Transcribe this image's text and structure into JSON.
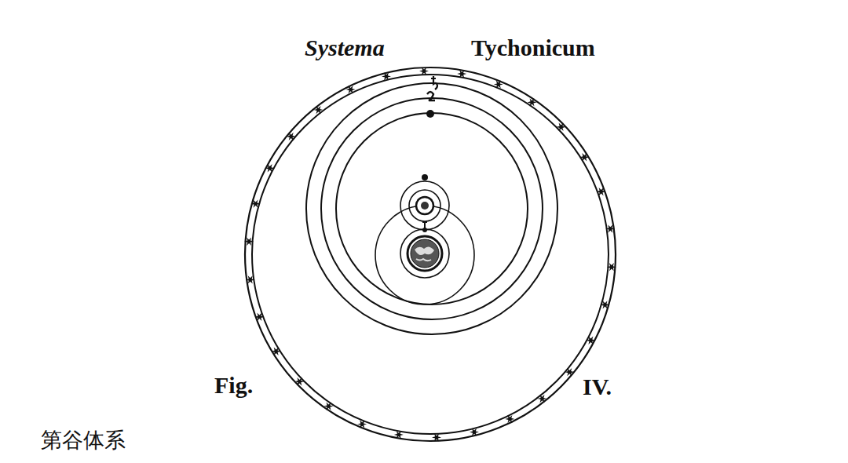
{
  "diagram": {
    "caption": "第谷体系",
    "labels": [
      "Systema",
      "Tychonicum",
      "Fig.",
      "IV."
    ]
  }
}
